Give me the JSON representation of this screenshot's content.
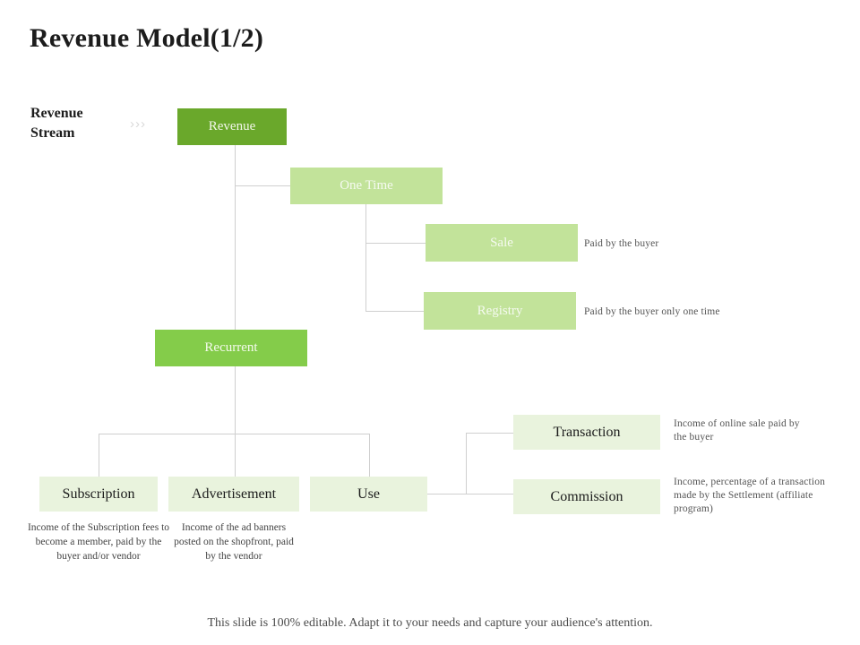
{
  "slide": {
    "title": "Revenue Model(1/2)",
    "footer_note": "This slide is 100% editable. Adapt it to your needs and capture your audience's attention."
  },
  "stream": {
    "label_line1": "Revenue",
    "label_line2": "Stream",
    "chevrons": "›››"
  },
  "nodes": {
    "revenue": "Revenue",
    "one_time": "One Time",
    "sale": "Sale",
    "registry": "Registry",
    "recurrent": "Recurrent",
    "subscription": "Subscription",
    "advertisement": "Advertisement",
    "use": "Use",
    "transaction": "Transaction",
    "commission": "Commission"
  },
  "annotations": {
    "sale": "Paid by the buyer",
    "registry": "Paid by the buyer only one time",
    "transaction": "Income of online sale paid by the buyer",
    "commission": "Income, percentage of a transaction made by the Settlement (affiliate program)"
  },
  "descriptions": {
    "subscription": "Income of the Subscription fees to become a member, paid by the buyer and/or vendor",
    "advertisement": "Income of the ad banners posted on the shopfront, paid by the vendor"
  },
  "colors": {
    "root_green": "#6aa82b",
    "recurrent_green": "#84cc4a",
    "mid_green": "#c2e39a",
    "leaf_green": "#e9f3dd",
    "line_gray": "#cfcfcf",
    "title_black": "#1c1c1c"
  },
  "chart_data": {
    "type": "tree-diagram",
    "title": "Revenue Model(1/2)",
    "root": "Revenue",
    "edges": [
      {
        "from": "Revenue",
        "to": "One Time"
      },
      {
        "from": "Revenue",
        "to": "Recurrent"
      },
      {
        "from": "One Time",
        "to": "Sale"
      },
      {
        "from": "One Time",
        "to": "Registry"
      },
      {
        "from": "Recurrent",
        "to": "Subscription"
      },
      {
        "from": "Recurrent",
        "to": "Advertisement"
      },
      {
        "from": "Recurrent",
        "to": "Use"
      },
      {
        "from": "Use",
        "to": "Transaction"
      },
      {
        "from": "Use",
        "to": "Commission"
      }
    ],
    "levels": [
      {
        "level": 0,
        "nodes": [
          "Revenue"
        ]
      },
      {
        "level": 1,
        "nodes": [
          "One Time",
          "Recurrent"
        ]
      },
      {
        "level": 2,
        "nodes": [
          "Sale",
          "Registry",
          "Subscription",
          "Advertisement",
          "Use"
        ]
      },
      {
        "level": 3,
        "nodes": [
          "Transaction",
          "Commission"
        ]
      }
    ]
  }
}
